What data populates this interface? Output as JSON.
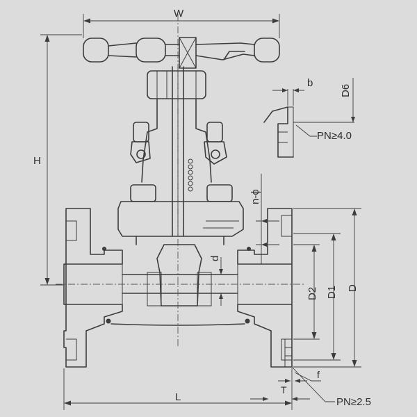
{
  "labels": {
    "width": "W",
    "height": "H",
    "length": "L",
    "flange_diameter": "D",
    "bolt_circle_diameter": "D1",
    "raised_face_diameter": "D2",
    "bore": "d",
    "bolt_holes": "n-ϕ",
    "groove_width": "b",
    "groove_diameter": "D6",
    "flange_thickness": "T",
    "raised_face_height": "f",
    "pressure_high": "PN≥4.0",
    "pressure_low": "PN≥2.5"
  }
}
